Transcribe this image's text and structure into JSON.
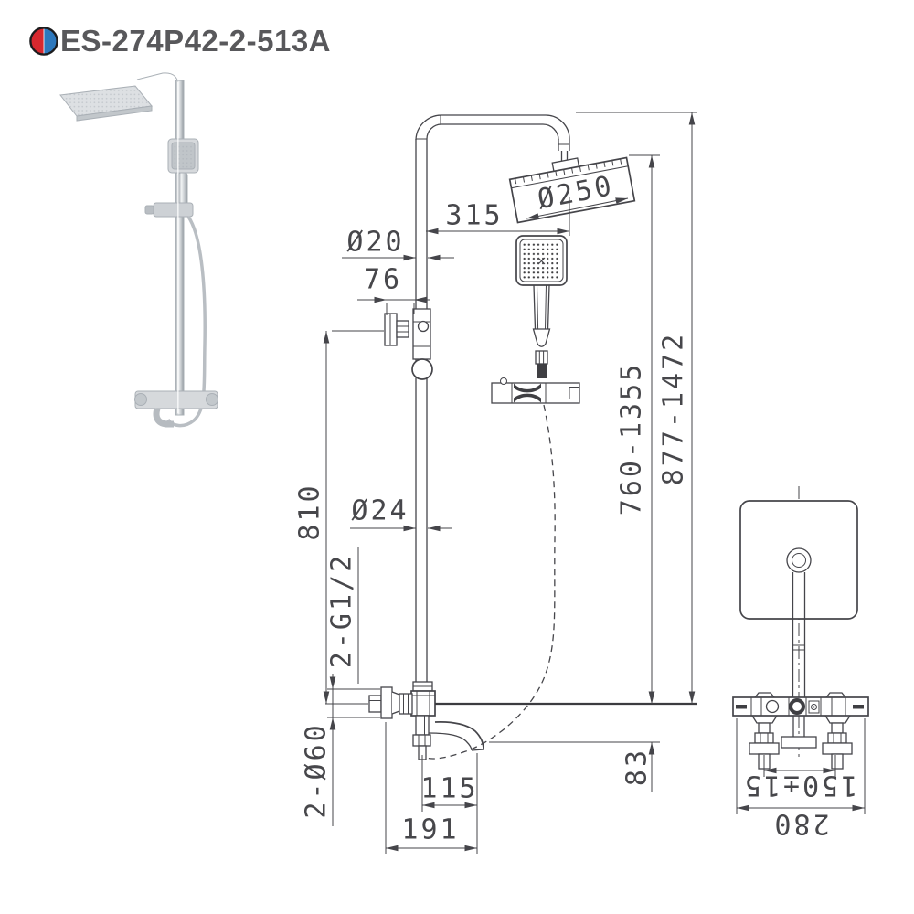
{
  "header": {
    "product_code": "ES-274P42-2-513A"
  },
  "colors": {
    "logo_left": "#d7282f",
    "logo_right": "#2d78bd",
    "line": "#45454a",
    "dim_text": "#47474b"
  },
  "front_view": {
    "dims": {
      "head_diameter": "Ø250",
      "arm_reach": "315",
      "upper_pipe_diameter": "Ø20",
      "wall_bracket_depth": "76",
      "riser_height": "810",
      "lower_pipe_diameter": "Ø24",
      "inlet_thread": "2-G1/2",
      "escutcheon_diameter": "2-Ø60",
      "head_to_outlet_range": "760-1355",
      "overall_height_range": "877-1472",
      "spout_drop": "83",
      "spout_reach": "115",
      "body_depth": "191"
    }
  },
  "side_view": {
    "dims": {
      "inlet_center_distance": "150±15",
      "overall_width": "280"
    }
  }
}
